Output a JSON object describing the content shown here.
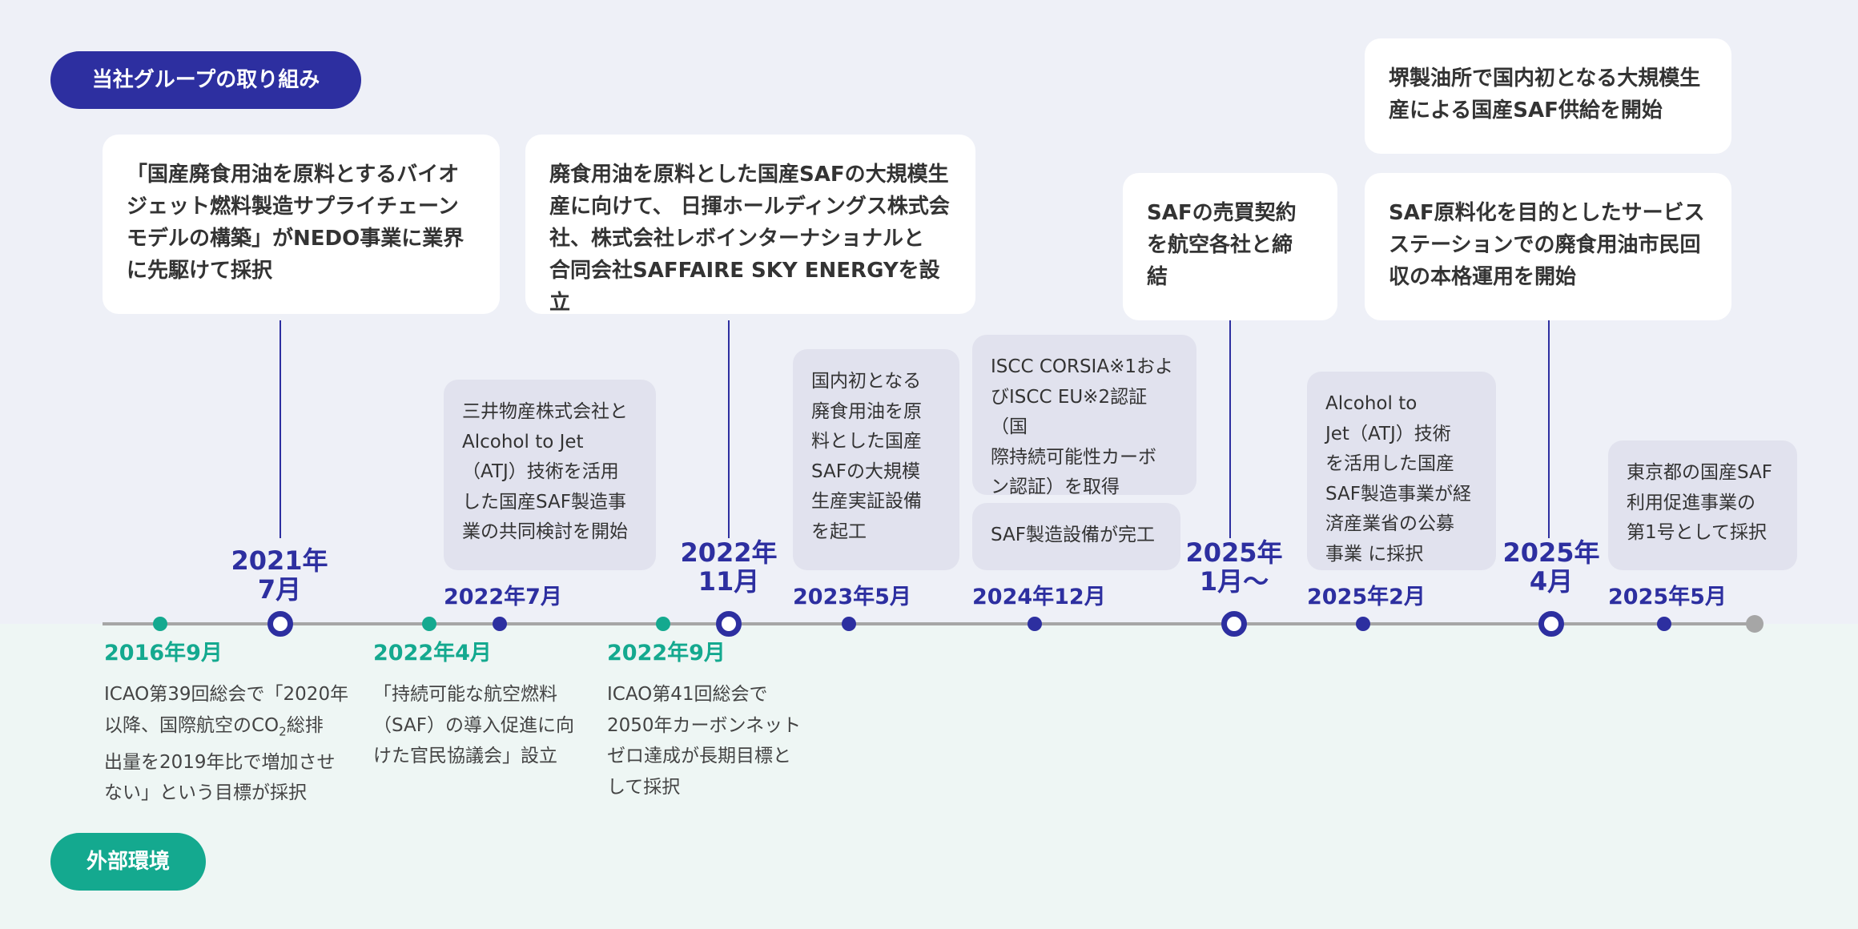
{
  "labels": {
    "company": "当社グループの取り組み",
    "external": "外部環境"
  },
  "company_major": {
    "m2021": "「国産廃食用油を原料とするバイオ\nジェット燃料製造サプライチェーン\nモデルの構築」がNEDO事業に業界\nに先駆けて採択",
    "m2022_11": "廃食用油を原料とした国産SAFの大規模生\n産に向けて、 日揮ホールディングス株式会\n社、株式会社レボインターナショナルと\n合同会社SAFFAIRE SKY ENERGYを設立",
    "m2025_01": "SAFの売買契約\nを航空各社と締\n結",
    "m2025_04a": "堺製油所で国内初となる大規模生\n産による国産SAF供給を開始",
    "m2025_04b": "SAF原料化を目的としたサービス\nステーションでの廃食用油市民回\n収の本格運用を開始"
  },
  "company_minor": {
    "c2022_07": "三井物産株式会社と\nAlcohol to Jet\n（ATJ）技術を活用\nした国産SAF製造事\n業の共同検討を開始",
    "c2023_05": "国内初となる\n廃食用油を原\n料とした国産\nSAFの大規模\n生産実証設備\nを起工",
    "c2024_12a": "ISCC CORSIA※1およ\nびISCC EU※2認証（国\n際持続可能性カーボ\nン認証）を取得",
    "c2024_12b": "SAF製造設備が完工",
    "c2025_02": "Alcohol to\nJet（ATJ）技術\nを活用した国産\nSAF製造事業が経\n済産業省の公募\n事業 に採択",
    "c2025_05": "東京都の国産SAF\n利用促進事業の\n第1号として採択"
  },
  "company_dates": {
    "d2021_07": "2021年\n7月",
    "d2022_07": "2022年7月",
    "d2022_11": "2022年\n11月",
    "d2023_05": "2023年5月",
    "d2024_12": "2024年12月",
    "d2025_01": "2025年\n1月～",
    "d2025_02": "2025年2月",
    "d2025_04": "2025年\n4月",
    "d2025_05": "2025年5月"
  },
  "external_events": {
    "e2016": {
      "date": "2016年9月",
      "pre": "ICAO第39回総会で「2020年\n以降、国際航空のCO",
      "sub": "2",
      "post": "総排\n出量を2019年比で増加させ\nない」という目標が採択"
    },
    "e2022_04": {
      "date": "2022年4月",
      "text": "「持続可能な航空燃料\n（SAF）の導入促進に向\nけた官民協議会」設立"
    },
    "e2022_09": {
      "date": "2022年9月",
      "text": "ICAO第41回総会で\n2050年カーボンネット\nゼロ達成が長期目標と\nして採択"
    }
  },
  "colors": {
    "company_blue": "#2d2fa0",
    "external_green": "#14a98f",
    "axis_gray": "#a6a6a6",
    "bg_top": "#eef0f7",
    "bg_bottom": "#eef6f4"
  }
}
